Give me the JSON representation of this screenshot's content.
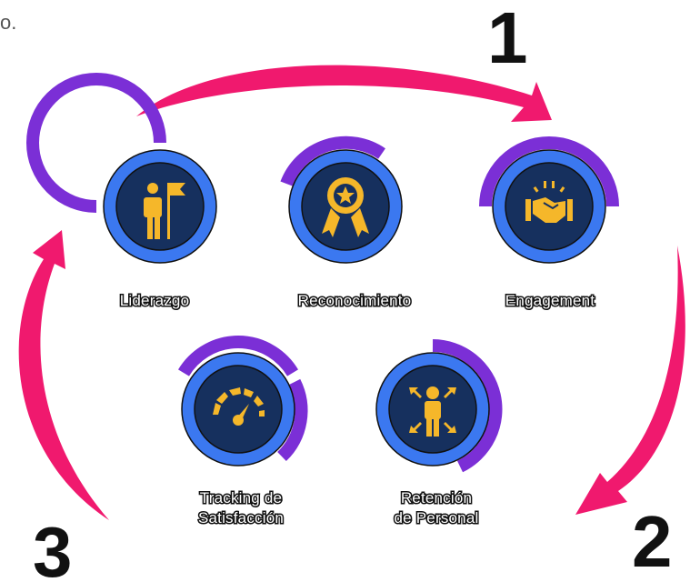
{
  "corner_fragment": "o.",
  "steps": {
    "one": "1",
    "two": "2",
    "three": "3"
  },
  "nodes": {
    "liderazgo": {
      "label": "Liderazgo",
      "icon": "leader-flag-icon"
    },
    "reconocimiento": {
      "label": "Reconocimiento",
      "icon": "award-ribbon-icon"
    },
    "engagement": {
      "label": "Engagement",
      "icon": "handshake-icon"
    },
    "tracking": {
      "label_line1": "Tracking de",
      "label_line2": "Satisfacción",
      "icon": "speedometer-icon"
    },
    "retencion": {
      "label_line1": "Retención",
      "label_line2": "de Personal",
      "icon": "person-arrows-icon"
    }
  },
  "colors": {
    "arrow": "#f0196e",
    "outer_ring": "#7b2fd6",
    "mid_ring": "#3b78f0",
    "core": "#16305e",
    "icon": "#f5b72a"
  }
}
